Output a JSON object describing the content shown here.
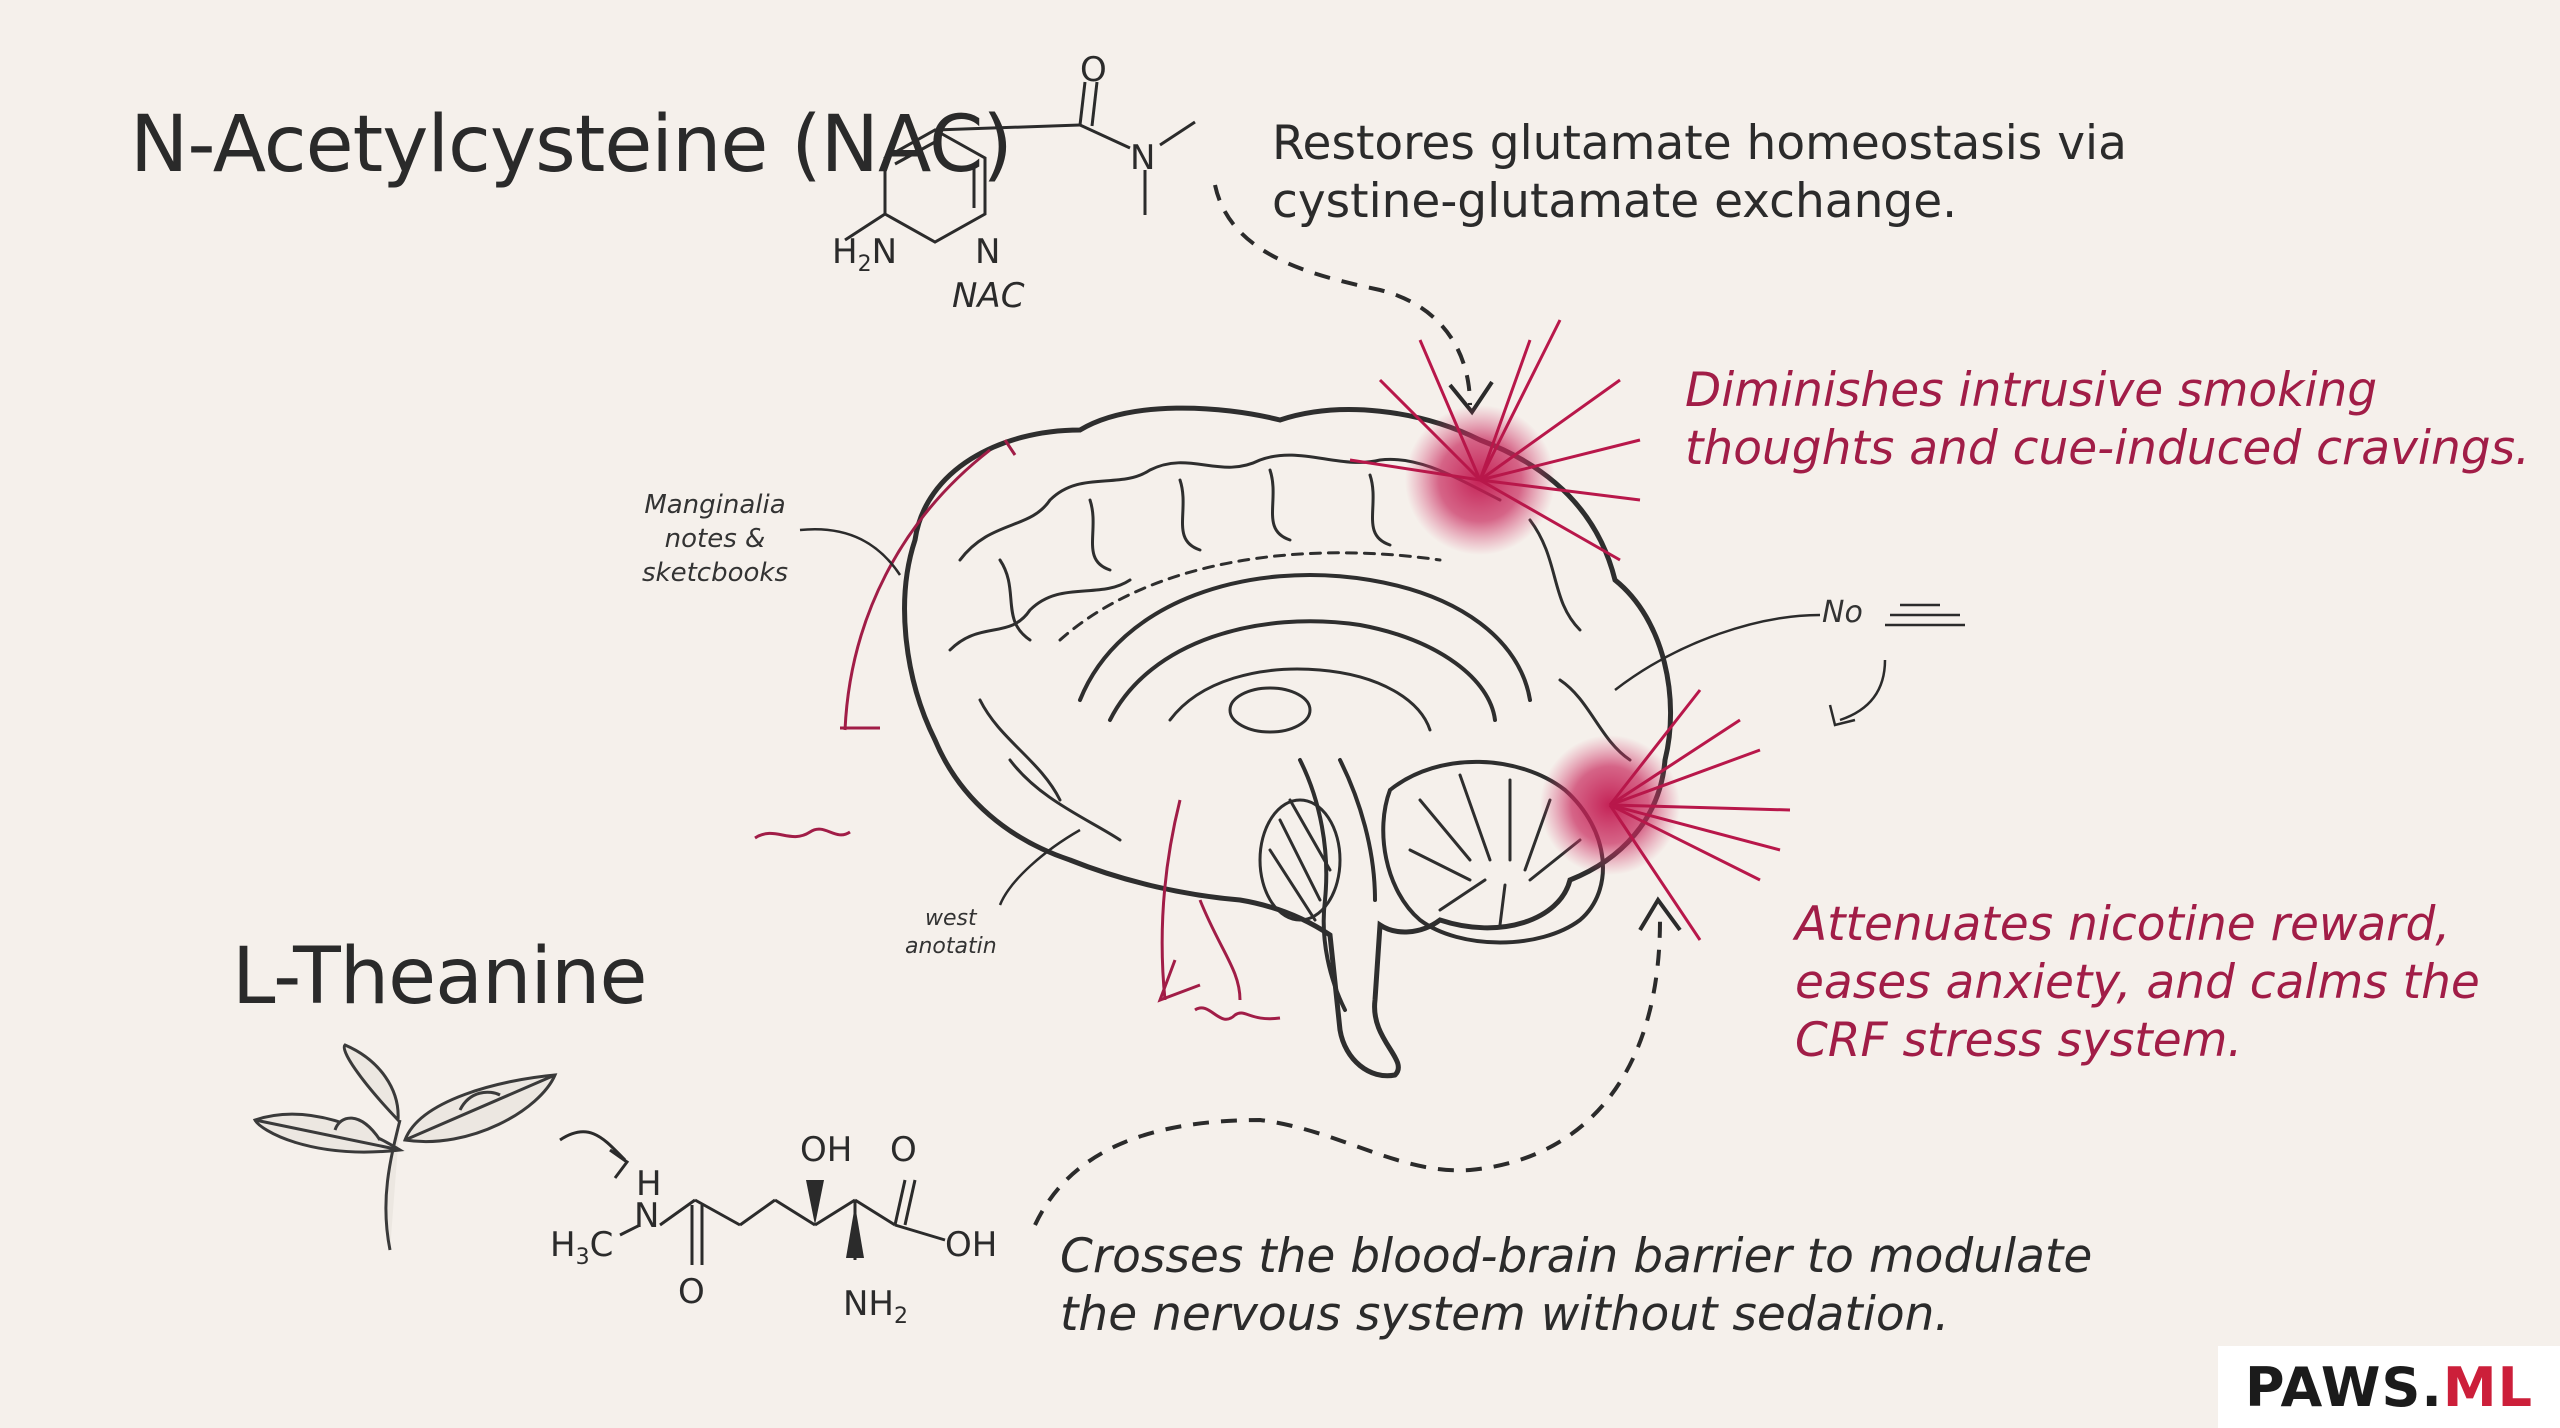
{
  "nac": {
    "title": "N-Acetylcysteine (NAC)",
    "structure_label": "NAC",
    "atoms": {
      "o": "O",
      "n_amide": "N",
      "n_ring": "N",
      "h2n": "H",
      "h2n_sub": "2",
      "h2n_n": "N"
    },
    "mechanism": [
      "Restores glutamate homeostasis via",
      "cystine-glutamate exchange."
    ],
    "effect": [
      "Diminishes intrusive smoking",
      "thoughts and cue-induced cravings."
    ]
  },
  "theanine": {
    "title": "L-Theanine",
    "atoms": {
      "h": "H",
      "n": "N",
      "h3c": "H",
      "h3c_sub": "3",
      "h3c_c": "C",
      "o_amide": "O",
      "oh_top": "OH",
      "o_top": "O",
      "oh_right": "OH",
      "nh2": "NH",
      "nh2_sub": "2"
    },
    "mechanism": [
      "Crosses the blood-brain barrier to modulate",
      "the nervous system without sedation."
    ],
    "effect": [
      "Attenuates nicotine reward,",
      "eases anxiety, and calms the",
      "CRF stress system."
    ]
  },
  "annotations": {
    "marginalia": [
      "Manginalia",
      "notes &",
      "sketcbooks"
    ],
    "west": [
      "west",
      "anotatin"
    ],
    "scribble_right": "No"
  },
  "brand": {
    "part1": "PAWS.",
    "part2": "ML"
  },
  "colors": {
    "accent": "#a11d47",
    "ink": "#2b2b2b",
    "paper": "#f5f0eb",
    "brand_red": "#cc1f3a"
  }
}
